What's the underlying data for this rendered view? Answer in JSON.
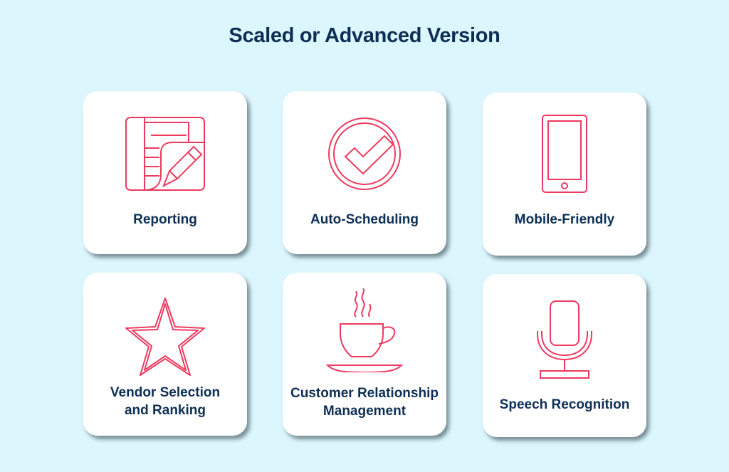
{
  "header": {
    "title": "Scaled or Advanced Version"
  },
  "colors": {
    "background": "#dcf6fe",
    "card": "#ffffff",
    "icon_stroke": "#ee3a5e",
    "text": "#0d2f55"
  },
  "features": [
    {
      "label": "Reporting",
      "icon": "report-pencil-icon"
    },
    {
      "label": "Auto-Scheduling",
      "icon": "check-circle-icon"
    },
    {
      "label": "Mobile-Friendly",
      "icon": "smartphone-icon"
    },
    {
      "label": "Vendor Selection and Ranking",
      "line1": "Vendor Selection",
      "line2": "and Ranking",
      "icon": "star-icon"
    },
    {
      "label": "Customer Relationship Management",
      "line1": "Customer Relationship",
      "line2": "Management",
      "icon": "coffee-cup-icon"
    },
    {
      "label": "Speech Recognition",
      "icon": "microphone-icon"
    }
  ]
}
